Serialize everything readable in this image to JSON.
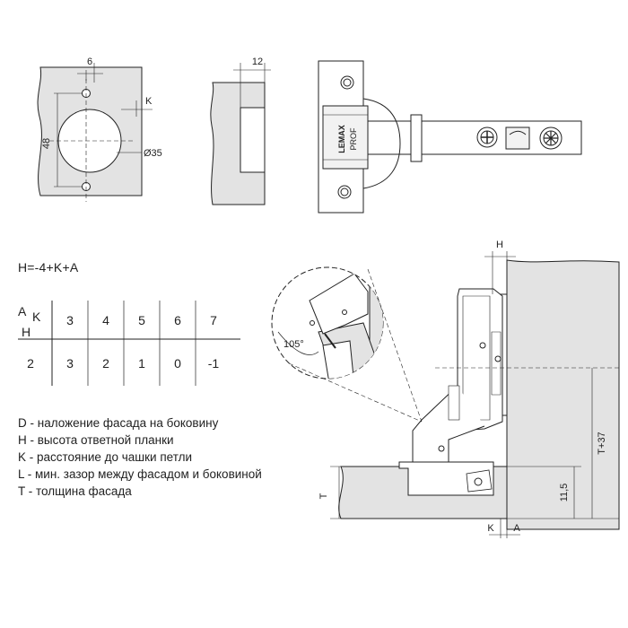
{
  "formula": "H=-4+K+A",
  "table": {
    "corner_k": "K",
    "corner_a": "A",
    "corner_h": "H",
    "k_values": [
      "3",
      "4",
      "5",
      "6",
      "7"
    ],
    "h_values": [
      "2",
      "3",
      "2",
      "1",
      "0",
      "-1"
    ]
  },
  "legend": [
    "D - наложение фасада на боковину",
    "H - высота ответной планки",
    "K - расстояние до чашки петли",
    "L - мин. зазор между фасадом и боковиной",
    "T - толщина фасада"
  ],
  "dims": {
    "d6": "6",
    "d48": "48",
    "dk": "K",
    "d35": "Ø35",
    "d12": "12",
    "brand": "LEMAX",
    "brand_sub": "PROF",
    "angle": "105°",
    "h": "H",
    "t37": "T+37",
    "d115": "11,5",
    "t": "T",
    "k_bottom": "K",
    "a_bottom": "A"
  },
  "colors": {
    "panel": "#e3e3e3",
    "line": "#222222"
  }
}
